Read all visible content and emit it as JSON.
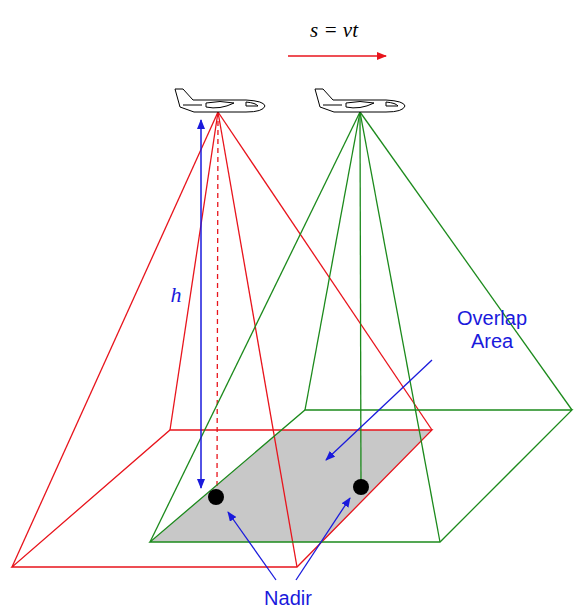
{
  "diagram": {
    "labels": [
      "s = vt",
      "h",
      "Overlap Area",
      "Nadir"
    ]
  }
}
